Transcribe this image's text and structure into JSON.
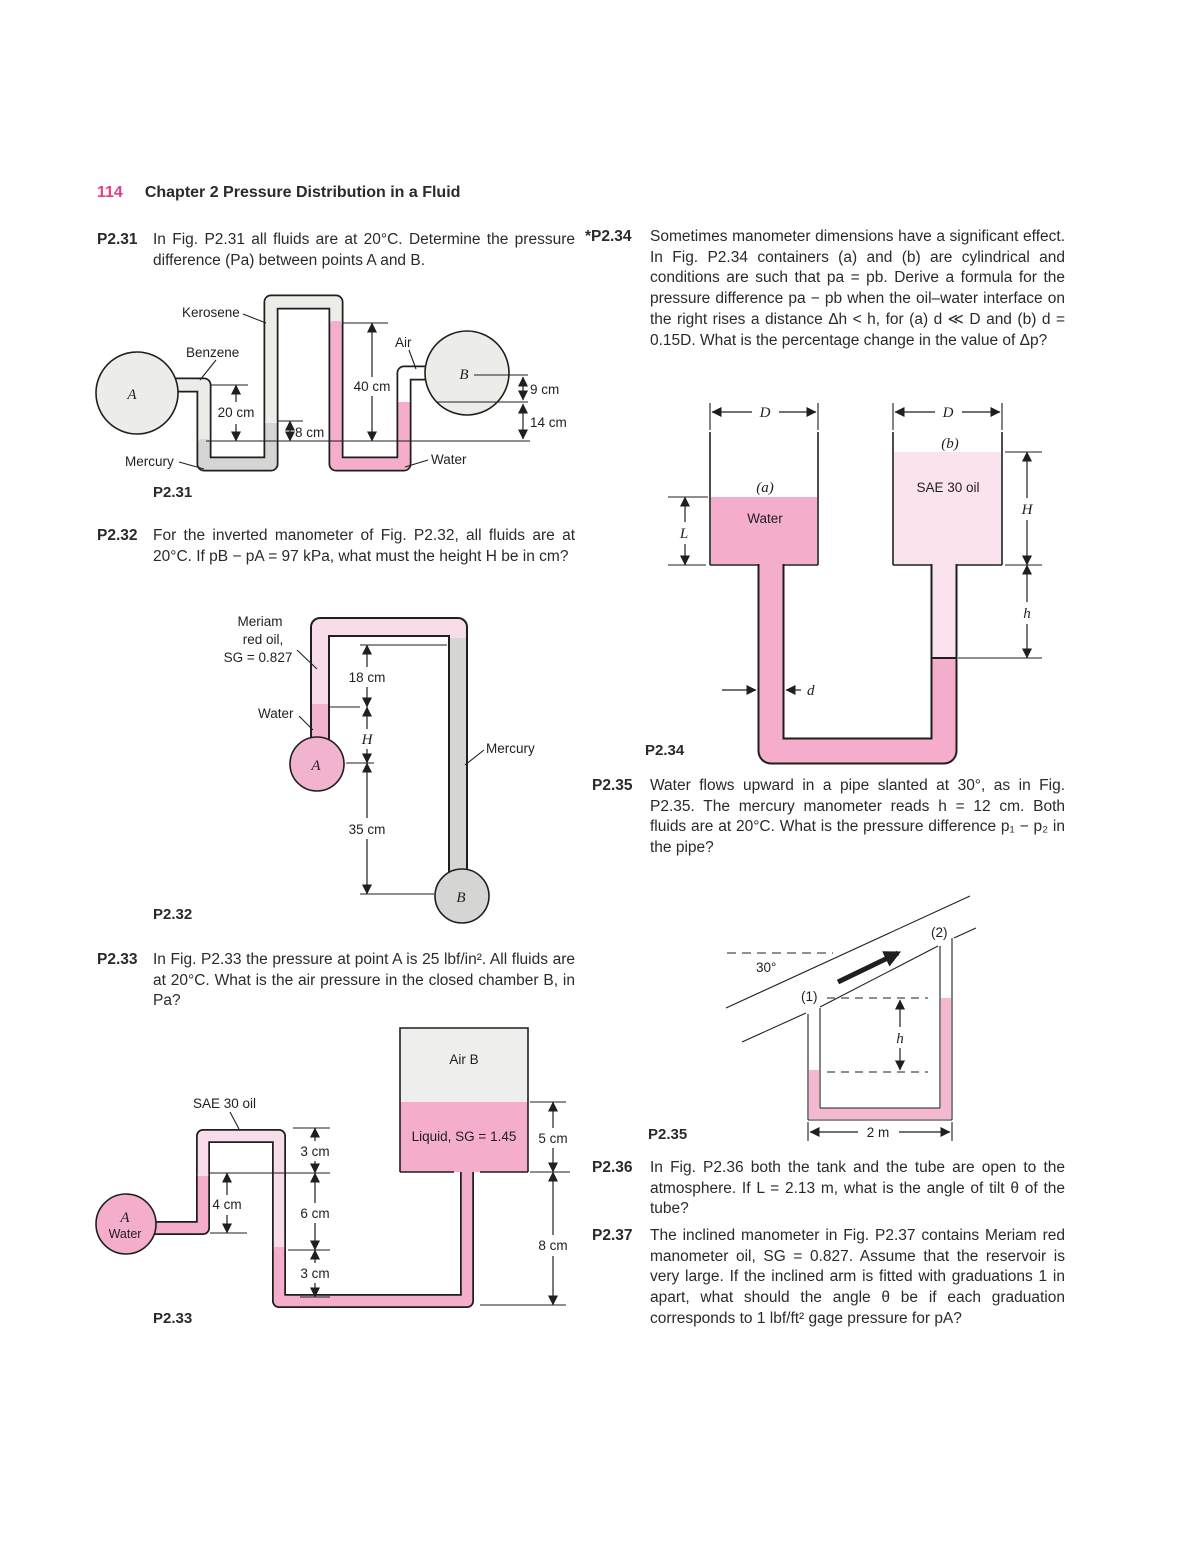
{
  "page": {
    "number": "114",
    "chapter_title": "Chapter 2 Pressure Distribution in a Fluid"
  },
  "colors": {
    "accent_pink": "#e23c8e",
    "water_pink": "#F4ADCB",
    "oil_pink_light": "#F8DCE9",
    "mercury_gray": "#D5D6D3",
    "reservoir_gray": "#ECEDE9",
    "ink": "#2a2a2a"
  },
  "problems": [
    {
      "id": "P2.31",
      "text": "In Fig. P2.31 all fluids are at 20°C. Determine the pressure difference (Pa) between points A and B."
    },
    {
      "id": "P2.32",
      "text": "For the inverted manometer of Fig. P2.32, all fluids are at 20°C. If pB − pA = 97 kPa, what must the height H be in cm?"
    },
    {
      "id": "P2.33",
      "text": "In Fig. P2.33 the pressure at point A is 25 lbf/in². All fluids are at 20°C. What is the air pressure in the closed chamber B, in Pa?"
    },
    {
      "id": "*P2.34",
      "text": "Sometimes manometer dimensions have a significant effect. In Fig. P2.34 containers (a) and (b) are cylindrical and conditions are such that pa = pb. Derive a formula for the pressure difference pa − pb when the oil–water interface on the right rises a distance Δh < h, for (a) d ≪ D and (b) d = 0.15D. What is the percentage change in the value of Δp?"
    },
    {
      "id": "P2.35",
      "text": "Water flows upward in a pipe slanted at 30°, as in Fig. P2.35. The mercury manometer reads h = 12 cm. Both fluids are at 20°C. What is the pressure difference p₁ − p₂ in the pipe?"
    },
    {
      "id": "P2.36",
      "text": "In Fig. P2.36 both the tank and the tube are open to the atmosphere. If L = 2.13 m, what is the angle of tilt θ of the tube?"
    },
    {
      "id": "P2.37",
      "text": "The inclined manometer in Fig. P2.37 contains Meriam red manometer oil, SG = 0.827. Assume that the reservoir is very large. If the inclined arm is fitted with graduations 1 in apart, what should the angle θ be if each graduation corresponds to 1 lbf/ft² gage pressure for pA?"
    }
  ],
  "fig231": {
    "caption": "P2.31",
    "kerosene": "Kerosene",
    "benzene": "Benzene",
    "mercury": "Mercury",
    "air": "Air",
    "water": "Water",
    "A": "A",
    "B": "B",
    "d20": "20 cm",
    "d8": "8 cm",
    "d40": "40 cm",
    "d9": "9 cm",
    "d14": "14 cm"
  },
  "fig232": {
    "caption": "P2.32",
    "oil_line1": "Meriam",
    "oil_line2": "red oil,",
    "oil_line3": "SG = 0.827",
    "water": "Water",
    "mercury": "Mercury",
    "A": "A",
    "B": "B",
    "d18": "18 cm",
    "H": "H",
    "d35": "35 cm"
  },
  "fig233": {
    "caption": "P2.33",
    "sae": "SAE 30 oil",
    "air": "Air ",
    "B": "B",
    "liquid": "Liquid, SG = 1.45",
    "A": "A",
    "water": "Water",
    "d3top": "3 cm",
    "d4": "4 cm",
    "d6": "6 cm",
    "d3bot": "3 cm",
    "d5": "5 cm",
    "d8": "8 cm"
  },
  "fig234": {
    "caption": "P2.34",
    "D_left": "D",
    "D_right": "D",
    "a": "(a)",
    "b": "(b)",
    "water": "Water",
    "sae": "SAE 30 oil",
    "L": "L",
    "H": "H",
    "h": "h",
    "d": "d"
  },
  "fig235": {
    "caption": "P2.35",
    "angle": "30°",
    "pt1": "(1)",
    "pt2": "(2)",
    "h": "h",
    "d2m": "2 m"
  }
}
